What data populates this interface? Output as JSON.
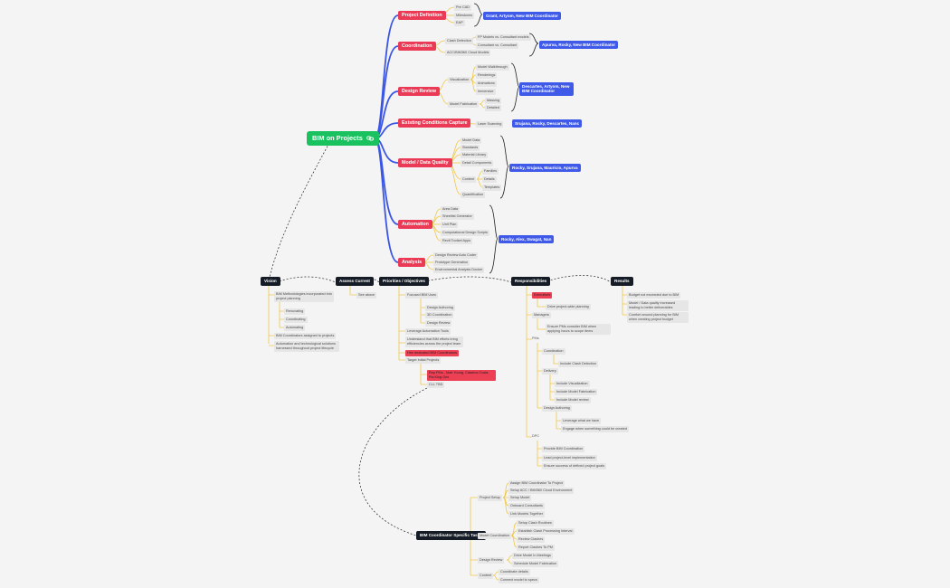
{
  "root": {
    "label": "BIM on Projects",
    "icon": "link-icon"
  },
  "branches": {
    "project_definition": {
      "label": "Project Definition",
      "items": [
        "Pre CAD",
        "Milestones",
        "EAP"
      ],
      "team": "Grant, Artyom, New BIM Coordinator"
    },
    "coordination": {
      "label": "Coordination",
      "clash_detection": "Clash Detection",
      "clash_items": [
        "FP Models vs. Consultant models",
        "Consultant vs. Consultant"
      ],
      "acc_bim360": "ACC/BIM360 Cloud Models",
      "team": "Apurva, Rocky, New BIM Coordinator"
    },
    "design_review": {
      "label": "Design Review",
      "visualization": "Visualization",
      "visualization_items": [
        "Model Walkthrough",
        "Renderings",
        "Animations",
        "Immersive"
      ],
      "model_fabrication": "Model Fabrication",
      "fabrication_items": [
        "Massing",
        "Detailed"
      ],
      "team": "Descartes, Artyom, New BIM Coordinator"
    },
    "existing_conditions": {
      "label": "Existing Conditions Capture",
      "items": [
        "Laser Scanning"
      ],
      "team": "Srujana, Rocky, Descartes, Nanc"
    },
    "model_quality": {
      "label": "Model / Data Quality",
      "items": [
        "Model Data",
        "Standards",
        "Material Library",
        "Detail Components"
      ],
      "content": "Content",
      "content_items": [
        "Families",
        "Details",
        "Templates"
      ],
      "quantification": "Quantification",
      "team": "Rocky, Srujana, Mauricio, Apurva"
    },
    "automation": {
      "label": "Automation",
      "items": [
        "Area Data",
        "Sheetlist Generator",
        "Unit Plan",
        "Computational Design Scripts",
        "Revit Toolset Apps"
      ],
      "team": "Rocky, Alex, Swagat, Nan"
    },
    "analysis": {
      "label": "Analysis",
      "items": [
        "Design Review Auto Coder",
        "Prototype Generation",
        "Environmental Analysis Docker"
      ]
    }
  },
  "bottom": {
    "vision": {
      "label": "Vision",
      "items": [
        "BIM Methodologies incorporated into project planning",
        "BIM Coordinators assigned to projects",
        "Automation and technological solutions harnessed throughout project lifecycle"
      ],
      "sub_items": [
        "Renovating",
        "Coordinating",
        "Automating"
      ]
    },
    "assess_current": {
      "label": "Assess Current",
      "items": [
        "See above"
      ]
    },
    "priorities": {
      "label": "Priorities / Objectives",
      "items": [
        "Focused BIM Uses",
        "Leverage Automation Tools",
        "Understand that BIM efforts bring efficiencies across the project team",
        "Hire dedicated BIM Coordinators",
        "Target Initial Projects"
      ],
      "bim_uses": [
        "Design Authoring",
        "3D Coordination",
        "Design Review"
      ],
      "projects": [
        "Rep PMs - Matt Young, Catarina Costa, Pia King Gee",
        "CLL TBD"
      ]
    },
    "responsibilities": {
      "label": "Responsibilities",
      "executives": "Executives",
      "executives_items": [
        "Drive project-wide planning"
      ],
      "managers": "Managers",
      "managers_items": [
        "Ensure PMs consider BIM when applying hours to scope items"
      ],
      "pms": "PMs",
      "pm_coordination": "Coordination",
      "pm_coordination_items": [
        "Include Clash Detection"
      ],
      "pm_delivery": "Delivery",
      "pm_delivery_items": [
        "Include Visualization",
        "Include Model Fabrication",
        "Include Model review"
      ],
      "pm_design_authoring": "Design Authoring",
      "pm_design_items": [
        "Leverage what we have",
        "Engage when something could be created"
      ],
      "dpc": "DPC",
      "dpc_items": [
        "Provide BIM Coordination",
        "Lead project-level implementation",
        "Ensure success of defined project goals"
      ]
    },
    "results": {
      "label": "Results",
      "items": [
        "Budget not exceeded due to BIM",
        "Model / Data quality increased leading to better deliverables",
        "Comfort around planning for BIM when creating project budget"
      ]
    }
  },
  "tasks": {
    "label": "BIM Coordinator Specific Tasks",
    "project_setup": "Project Setup",
    "project_setup_items": [
      "Assign BIM Coordinator To Project",
      "Setup ACC / BIM360 Cloud Environment",
      "Setup Model",
      "Onboard Consultants",
      "Link Models Together"
    ],
    "model_coordination": "Model Coordination",
    "model_coordination_items": [
      "Setup Clash Routines",
      "Establish Clash Processing Interval",
      "Review Clashes",
      "Report Clashes To PM"
    ],
    "design_review": "Design Review",
    "design_review_items": [
      "Drive Model In Meetings",
      "Schedule Model Fabrication"
    ],
    "content": "Content",
    "content_items": [
      "Coordinate details",
      "Connect model to specs"
    ]
  },
  "colors": {
    "root": "#19c25e",
    "main_branch": "#ea3a55",
    "team_badge": "#3f5ae8",
    "dark_node": "#151c25",
    "branch_line": "#3b56e5",
    "sub_line": "#f0c84a"
  }
}
